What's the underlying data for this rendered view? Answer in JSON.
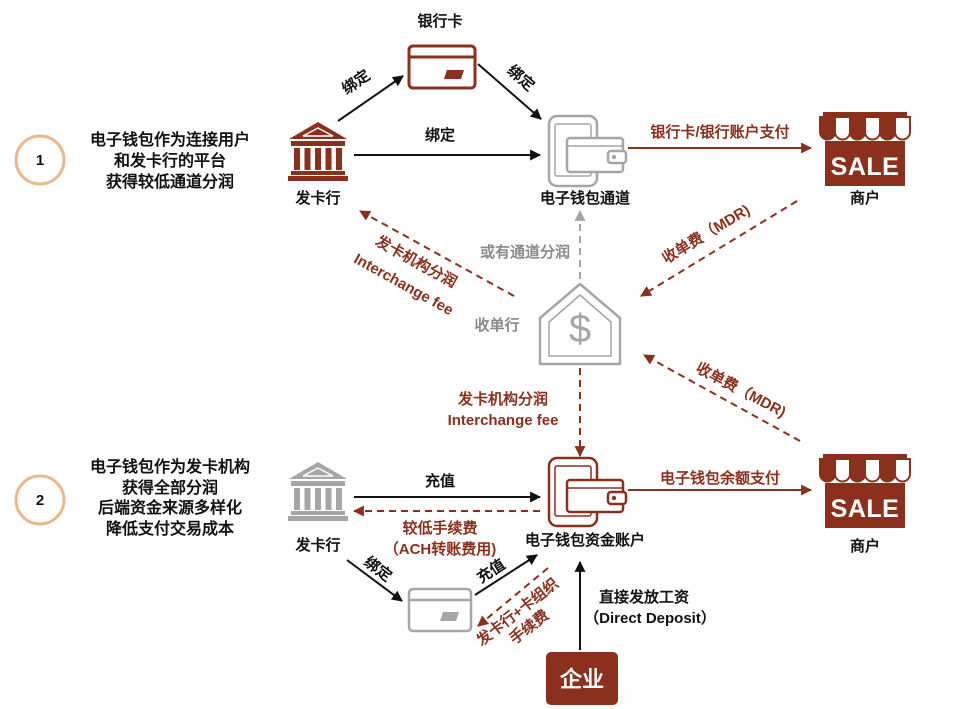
{
  "colors": {
    "accent": "#8c301e",
    "muted": "#a6a6a6",
    "muted_text": "#8a8a8a",
    "number_ring": "#e9b98a",
    "ink": "#111111"
  },
  "scenario_1": {
    "number": "1",
    "lines": [
      "电子钱包作为连接用户",
      "和发卡行的平台",
      "获得较低通道分润"
    ]
  },
  "scenario_2": {
    "number": "2",
    "lines": [
      "电子钱包作为发卡机构",
      "获得全部分润",
      "后端资金来源多样化",
      "降低支付交易成本"
    ]
  },
  "nodes": {
    "bank_card_top": "银行卡",
    "issuer_top": "发卡行",
    "wallet_channel": "电子钱包通道",
    "merchant_top": "商户",
    "acquirer": "收单行",
    "acquirer_symbol": "$",
    "issuer_bottom": "发卡行",
    "wallet_account": "电子钱包资金账户",
    "merchant_bottom": "商户",
    "enterprise": "企业",
    "store_sign": "SALE"
  },
  "edges": {
    "issuer_to_card_top": "绑定",
    "card_to_wallet_top": "绑定",
    "issuer_to_wallet_top": "绑定",
    "wallet_to_merchant_top": "银行卡/银行账户支付",
    "merchant_to_acquirer_top": "收单费（MDR)",
    "acquirer_to_wallet_channel": "或有通道分润",
    "acquirer_to_issuer_top": [
      "发卡机构分润",
      "Interchange fee"
    ],
    "acquirer_to_wallet_account": [
      "发卡机构分润",
      "Interchange fee"
    ],
    "merchant_to_acquirer_bottom": "收单费（MDR)",
    "issuer_to_wallet_bottom": "充值",
    "wallet_to_issuer_bottom": [
      "较低手续费",
      "（ACH转账费用)"
    ],
    "wallet_to_merchant_bottom": "电子钱包余额支付",
    "issuer_to_card_bottom": "绑定",
    "card_to_wallet_bottom": "充值",
    "wallet_to_card_bottom": [
      "发卡行+卡组织",
      "手续费"
    ],
    "enterprise_to_wallet": [
      "直接发放工资",
      "（Direct Deposit）"
    ]
  }
}
